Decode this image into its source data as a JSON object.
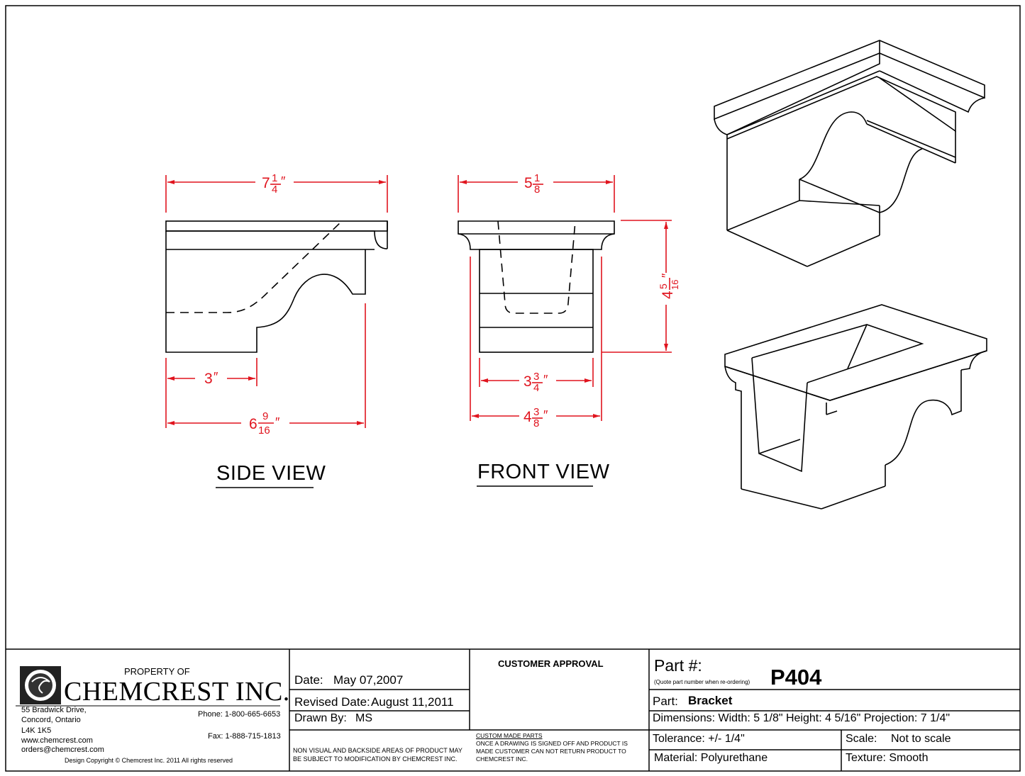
{
  "views": {
    "side_title": "SIDE VIEW",
    "front_title": "FRONT VIEW"
  },
  "dimensions": {
    "side_top": {
      "whole": "7",
      "num": "1",
      "den": "4",
      "unit": "″"
    },
    "side_base": {
      "whole": "3",
      "unit": "″"
    },
    "side_bottom": {
      "whole": "6",
      "num": "9",
      "den": "16",
      "unit": "″"
    },
    "front_top": {
      "whole": "5",
      "num": "1",
      "den": "8",
      "unit": "″"
    },
    "front_height": {
      "whole": "4",
      "num": "5",
      "den": "16",
      "unit": "″"
    },
    "front_inner": {
      "whole": "3",
      "num": "3",
      "den": "4",
      "unit": "″"
    },
    "front_bottom": {
      "whole": "4",
      "num": "3",
      "den": "8",
      "unit": "″"
    }
  },
  "title_block": {
    "property_of": "PROPERTY OF",
    "company": "CHEMCREST INC.",
    "address1": "55 Bradwick Drive,",
    "address2": "Concord, Ontario",
    "address3": "L4K 1K5",
    "web": "www.chemcrest.com",
    "email": "orders@chemcrest.com",
    "phone": "Phone: 1-800-665-6653",
    "fax": "Fax: 1-888-715-1813",
    "copyright": "Design Copyright © Chemcrest Inc. 2011 All rights reserved",
    "date_label": "Date:",
    "date_value": "May 07,2007",
    "revised_label": "Revised Date:",
    "revised_value": "August 11,2011",
    "drawn_label": "Drawn By:",
    "drawn_value": "MS",
    "non_visual_1": "NON VISUAL AND BACKSIDE AREAS OF PRODUCT MAY",
    "non_visual_2": "BE SUBJECT TO MODIFICATION BY CHEMCREST INC.",
    "customer_approval": "CUSTOMER APPROVAL",
    "custom_parts_title": "CUSTOM MADE PARTS",
    "custom_parts_1": "ONCE A DRAWING IS SIGNED OFF AND PRODUCT IS",
    "custom_parts_2": "MADE CUSTOMER CAN NOT RETURN PRODUCT TO",
    "custom_parts_3": "CHEMCREST INC.",
    "part_no_label": "Part #:",
    "part_no_note": "(Quote part number when re-ordering)",
    "part_no_value": "P404",
    "part_label": "Part:",
    "part_value": "Bracket",
    "dimensions_line": "Dimensions: Width: 5 1/8\"  Height: 4 5/16\" Projection: 7 1/4\"",
    "tolerance": "Tolerance: +/- 1/4\"",
    "scale_label": "Scale:",
    "scale_value": "Not to scale",
    "material": "Material: Polyurethane",
    "texture": "Texture: Smooth"
  }
}
